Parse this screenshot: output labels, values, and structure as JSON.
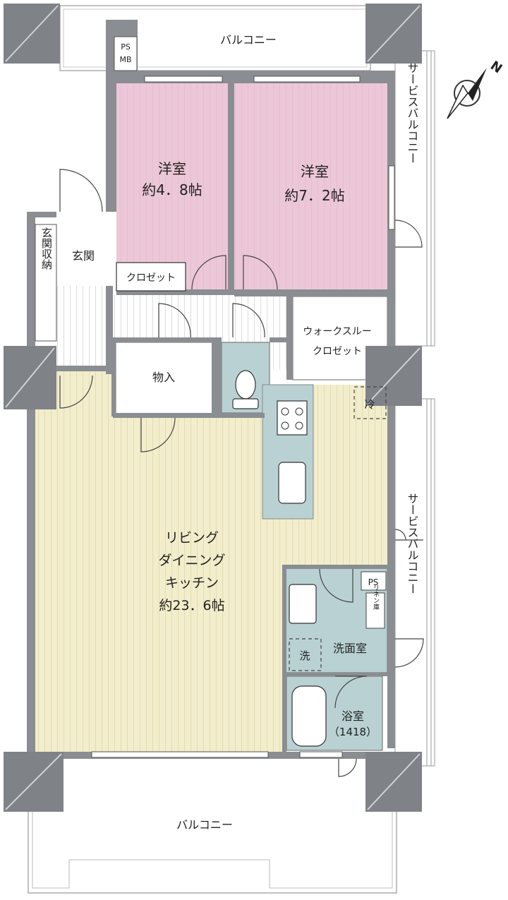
{
  "colors": {
    "wall": "#8a8d91",
    "column": "#7f8388",
    "western_room": "#ecc7d7",
    "ldk": "#f2edcc",
    "wet_area": "#b9d1d3",
    "kitchen_counter": "#b9d1d3",
    "floor_line": "#d9d9d9",
    "background": "#ffffff"
  },
  "compass": {
    "label": "N"
  },
  "balconies": {
    "top": "バルコニー",
    "bottom": "バルコニー",
    "service_upper": "サービスバルコニー",
    "service_lower": "サービスバルコニー"
  },
  "rooms": {
    "western_room_1": {
      "name": "洋室",
      "size": "約4．8帖"
    },
    "western_room_2": {
      "name": "洋室",
      "size": "約7．2帖"
    },
    "closet": "クロゼット",
    "entrance": "玄関",
    "entrance_storage": "玄関収納",
    "walk_through_closet_1": "ウォークスルー",
    "walk_through_closet_2": "クロゼット",
    "storage": "物入",
    "ldk": {
      "line1": "リビング",
      "line2": "ダイニング",
      "line3": "キッチン",
      "size": "約23．6帖"
    },
    "washroom": "洗面室",
    "linen_storage": "リネン庫",
    "bathroom": {
      "name": "浴室",
      "size": "（1418）"
    }
  },
  "fixtures": {
    "ps_mb_1": "PS",
    "ps_mb_2": "MB",
    "ps": "PS",
    "fridge": "冷",
    "washer": "洗"
  }
}
